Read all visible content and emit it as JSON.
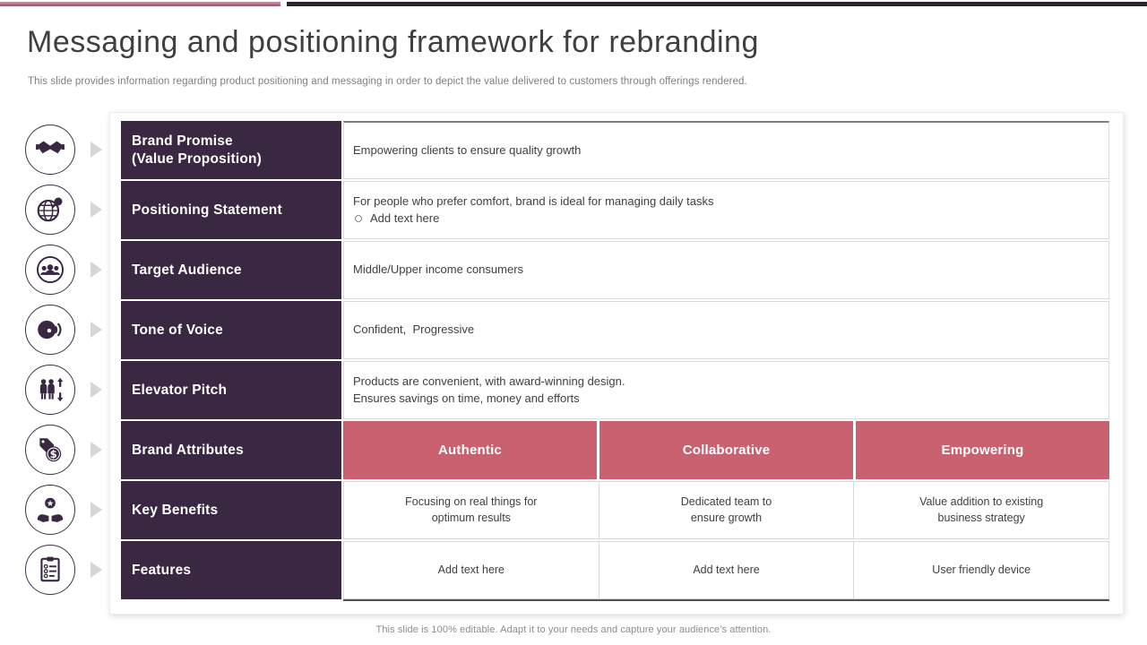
{
  "colors": {
    "purple": "#3A2843",
    "pink": "#C96170",
    "topbar-pink": "#BE8C9B",
    "topbar-pink-dark": "#A2606F",
    "topbar-dark": "#2E2231",
    "text-dark": "#3F3F42",
    "text-gray": "#7F7F7F",
    "border-light": "#D9D9D9"
  },
  "header": {
    "title": "Messaging and positioning framework for rebranding",
    "subtitle": "This slide provides information regarding product positioning and messaging in order to depict the value delivered to customers through offerings rendered."
  },
  "table": {
    "rows": [
      {
        "icon": "handshake-icon",
        "label_line1": "Brand Promise",
        "label_line2": "(Value Proposition)",
        "content": "Empowering clients to ensure quality growth"
      },
      {
        "icon": "globe-search-icon",
        "label_line1": "Positioning Statement",
        "content": "For people who prefer comfort, brand is ideal for managing daily tasks",
        "bullet": "Add text here"
      },
      {
        "icon": "audience-icon",
        "label_line1": "Target Audience",
        "content": "Middle/Upper income consumers"
      },
      {
        "icon": "voice-icon",
        "label_line1": "Tone of Voice",
        "content": "Confident,  Progressive"
      },
      {
        "icon": "elevator-icon",
        "label_line1": "Elevator Pitch",
        "content_line1": "Products are convenient, with award-winning design.",
        "content_line2": "Ensures savings on time, money and efforts"
      },
      {
        "icon": "price-tag-dollar-icon",
        "label_line1": "Brand Attributes",
        "cells": [
          "Authentic",
          "Collaborative",
          "Empowering"
        ]
      },
      {
        "icon": "hands-star-icon",
        "label_line1": "Key Benefits",
        "cells": [
          "Focusing on real things for\noptimum results",
          "Dedicated team to\nensure growth",
          "Value addition to existing\nbusiness strategy"
        ]
      },
      {
        "icon": "checklist-icon",
        "label_line1": "Features",
        "cells": [
          "Add text here",
          "Add text here",
          "User friendly device"
        ]
      }
    ]
  },
  "footer": {
    "note": "This slide is 100% editable. Adapt it to your needs and capture your audience's attention."
  }
}
